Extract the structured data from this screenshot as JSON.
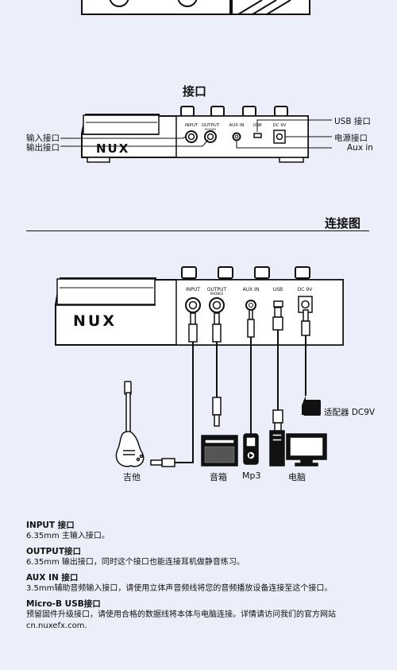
{
  "top_section": {
    "title": "接口",
    "device": {
      "logo": "NUX",
      "ports": [
        "INPUT",
        "OUTPUT",
        "AUX IN",
        "USB",
        "DC 9V"
      ],
      "output_sub": "PHONES"
    },
    "callouts": {
      "input": "输入接口",
      "output": "输出接口",
      "usb": "USB 接口",
      "power": "电源接口",
      "aux": "Aux in"
    }
  },
  "diagram_section": {
    "title": "连接图",
    "device": {
      "logo": "NUX",
      "ports": [
        "INPUT",
        "OUTPUT",
        "AUX IN",
        "USB",
        "DC 9V"
      ],
      "output_sub": "PHONES"
    },
    "labels": {
      "guitar": "吉他",
      "amp": "音箱",
      "mp3": "Mp3",
      "computer": "电脑",
      "adapter": "适配器 DC9V"
    }
  },
  "info": [
    {
      "heading": "INPUT 接口",
      "text": "6.35mm 主输入接口。"
    },
    {
      "heading": "OUTPUT接口",
      "text": "6.35mm 输出接口，同时这个接口也能连接耳机做静音练习。"
    },
    {
      "heading": "AUX IN 接口",
      "text": "3.5mm辅助音频输入接口，请使用立体声音频线将您的音频播放设备连接至这个接口。"
    },
    {
      "heading": "Micro-B USB接口",
      "text": "预留固件升级接口，请使用合格的数据线将本体与电脑连接。详情请访问我们的官方网站",
      "text2": "cn.nuxefx.com."
    }
  ]
}
